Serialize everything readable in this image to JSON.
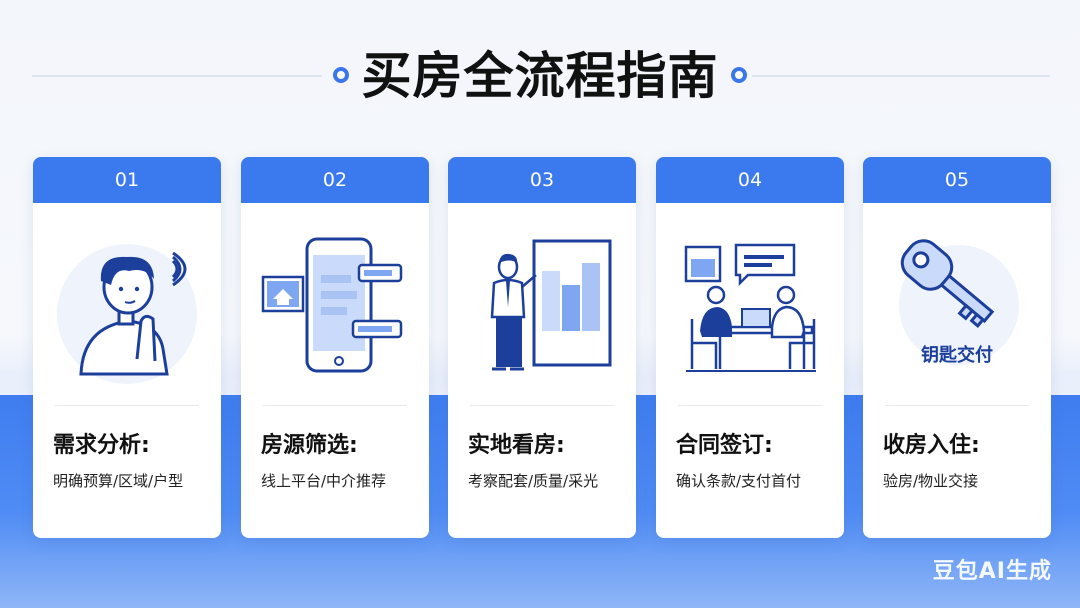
{
  "title": "买房全流程指南",
  "watermark": "豆包AI生成",
  "colors": {
    "accent": "#3b79ee",
    "card_bg": "#ffffff",
    "band": "#4f8cf5"
  },
  "steps": [
    {
      "number": "01",
      "title": "需求分析:",
      "description": "明确预算/区域/户型",
      "icon": "thinking-person-icon"
    },
    {
      "number": "02",
      "title": "房源筛选:",
      "description": "线上平台/中介推荐",
      "icon": "smartphone-listing-icon"
    },
    {
      "number": "03",
      "title": "实地看房:",
      "description": "考察配套/质量/采光",
      "icon": "person-viewing-building-icon"
    },
    {
      "number": "04",
      "title": "合同签订:",
      "description": "确认条款/支付首付",
      "icon": "meeting-table-icon"
    },
    {
      "number": "05",
      "title": "收房入住:",
      "description": "验房/物业交接",
      "icon": "key-icon",
      "icon_caption": "钥匙交付"
    }
  ]
}
